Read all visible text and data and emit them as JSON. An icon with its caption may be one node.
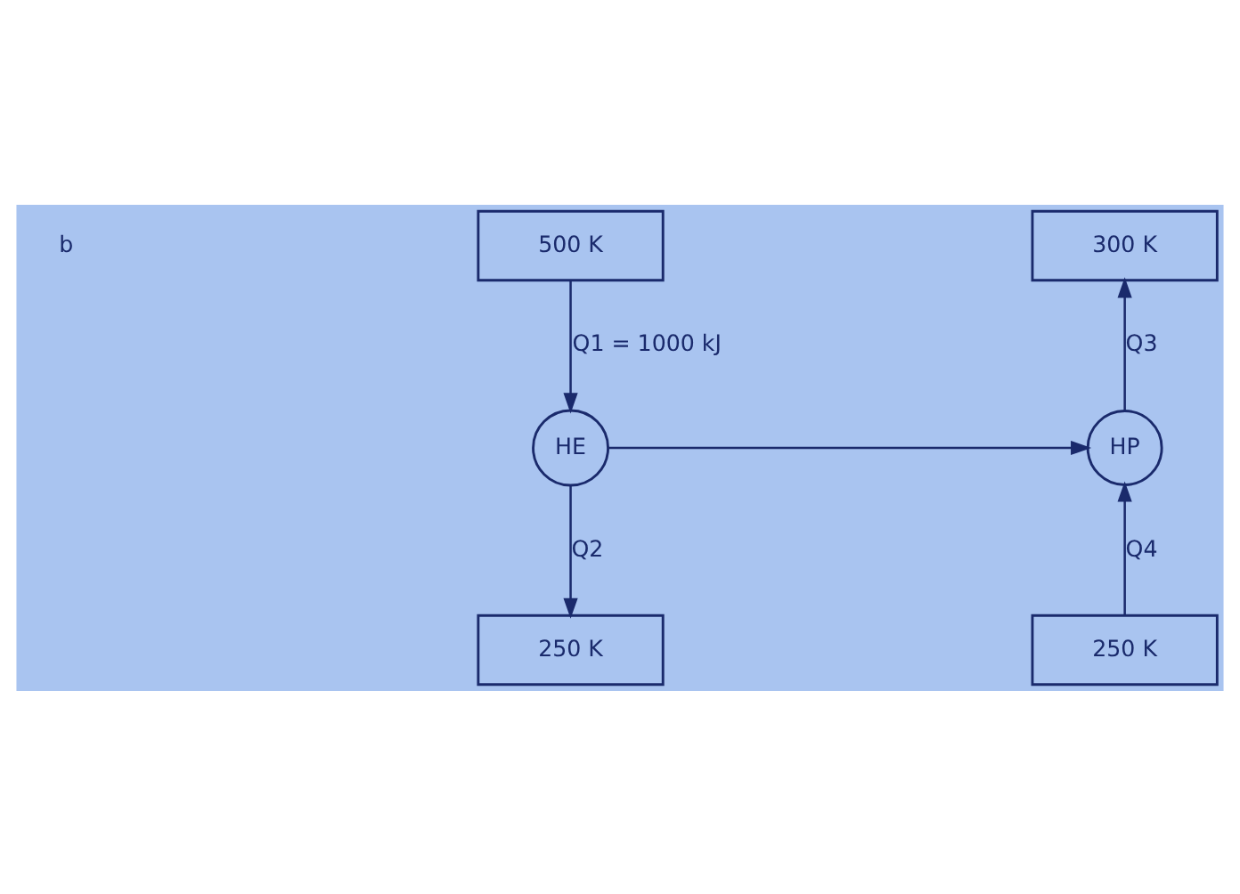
{
  "diagram": {
    "nodes": [
      {
        "text": [
          "500 K"
        ]
      },
      {
        "text": [
          "300 K"
        ]
      },
      {
        "text": [
          "HE"
        ]
      },
      {
        "text": [
          "HP"
        ]
      },
      {
        "text": [
          "250 K"
        ]
      },
      {
        "text": [
          "250 K"
        ]
      }
    ],
    "edges": [
      {
        "from": 0,
        "to": 2,
        "arrow": "to",
        "label": "Q1 = 1000 kJ"
      },
      {
        "from": 2,
        "to": 4,
        "arrow": "to",
        "label": "Q2"
      },
      {
        "from": 2,
        "to": 3,
        "arrow": "to"
      },
      {
        "from": 3,
        "to": 1,
        "arrow": "to",
        "label": "Q3"
      },
      {
        "from": 5,
        "to": 3,
        "arrow": "to",
        "label": "Q4"
      }
    ],
    "labels": [
      "b"
    ]
  }
}
